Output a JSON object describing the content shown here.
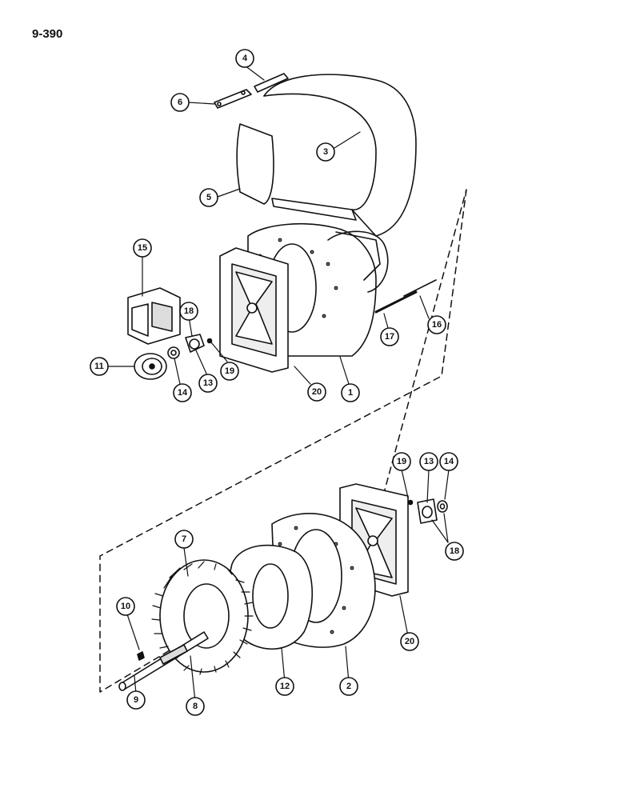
{
  "page": {
    "label": "9-390"
  },
  "callouts": [
    {
      "id": "c4",
      "text": "4"
    },
    {
      "id": "c6",
      "text": "6"
    },
    {
      "id": "c3",
      "text": "3"
    },
    {
      "id": "c5",
      "text": "5"
    },
    {
      "id": "c15",
      "text": "15"
    },
    {
      "id": "c18a",
      "text": "18"
    },
    {
      "id": "c11",
      "text": "11"
    },
    {
      "id": "c14a",
      "text": "14"
    },
    {
      "id": "c13a",
      "text": "13"
    },
    {
      "id": "c19a",
      "text": "19"
    },
    {
      "id": "c20a",
      "text": "20"
    },
    {
      "id": "c1",
      "text": "1"
    },
    {
      "id": "c17",
      "text": "17"
    },
    {
      "id": "c16",
      "text": "16"
    },
    {
      "id": "c19b",
      "text": "19"
    },
    {
      "id": "c13b",
      "text": "13"
    },
    {
      "id": "c14b",
      "text": "14"
    },
    {
      "id": "c18b",
      "text": "18"
    },
    {
      "id": "c7",
      "text": "7"
    },
    {
      "id": "c10",
      "text": "10"
    },
    {
      "id": "c20b",
      "text": "20"
    },
    {
      "id": "c12",
      "text": "12"
    },
    {
      "id": "c2",
      "text": "2"
    },
    {
      "id": "c8",
      "text": "8"
    },
    {
      "id": "c9",
      "text": "9"
    }
  ],
  "colors": {
    "ink": "#111111",
    "paper": "#ffffff",
    "shade": "#dddddd"
  }
}
